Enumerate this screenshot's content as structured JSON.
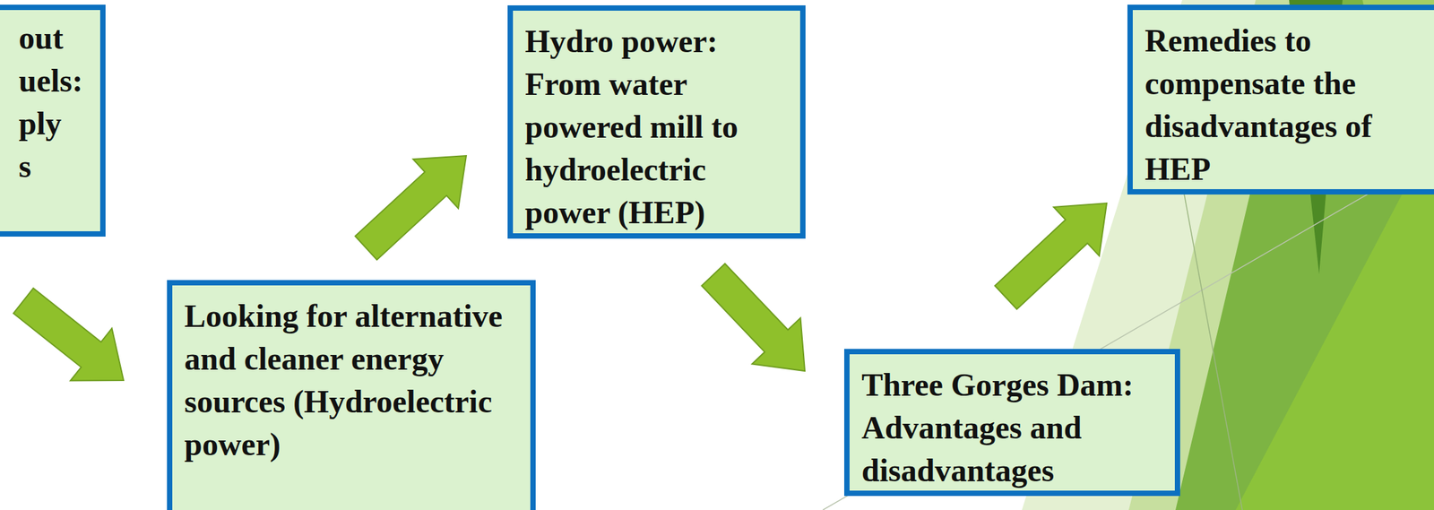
{
  "diagram": {
    "nodes": [
      {
        "text": [
          "out uels: ply s"
        ]
      },
      {
        "text": [
          "Looking for alternative and cleaner energy sources (Hydroelectric power)"
        ]
      },
      {
        "text": [
          "Hydro power: From water powered mill to hydroelectric power (HEP)"
        ]
      },
      {
        "text": [
          "Three Gorges Dam: Advantages and disadvantages"
        ]
      },
      {
        "text": [
          "Remedies to compensate the disadvantages of HEP"
        ]
      }
    ],
    "edges": [
      {
        "from": 0,
        "to": 1,
        "arrow": "to"
      },
      {
        "from": 1,
        "to": 2,
        "arrow": "to"
      },
      {
        "from": 2,
        "to": 3,
        "arrow": "to"
      },
      {
        "from": 3,
        "to": 4,
        "arrow": "to"
      }
    ]
  }
}
